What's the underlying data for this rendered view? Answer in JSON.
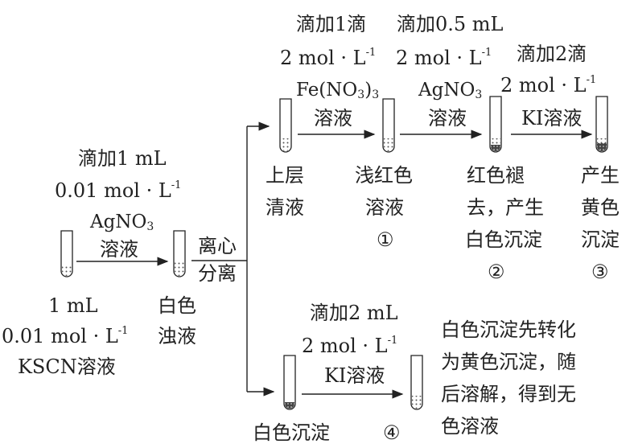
{
  "left": {
    "reagent": {
      "line1": "滴加1 mL",
      "line2": "0.01 mol · L",
      "line2_sup": "-1",
      "line3": "AgNO",
      "line3_sub": "3",
      "line4": "溶液"
    },
    "start_tube": {
      "line1": "1 mL",
      "line2": "0.01 mol · L",
      "line2_sup": "-1",
      "line3": "KSCN溶液"
    },
    "result_tube": {
      "line1": "白色",
      "line2": "浊液"
    },
    "separation": {
      "line1": "离心",
      "line2": "分离"
    }
  },
  "top": {
    "step1": {
      "line1": "滴加1滴",
      "line2": "2 mol · L",
      "line2_sup": "-1",
      "line3a": "Fe(NO",
      "line3_sub": "3",
      "line3b": ")",
      "line3_sub2": "3",
      "line4": "溶液"
    },
    "step2": {
      "line1": "滴加0.5 mL",
      "line2": "2 mol · L",
      "line2_sup": "-1",
      "line3": "AgNO",
      "line3_sub": "3",
      "line4": "溶液"
    },
    "step3": {
      "line1": "滴加2滴",
      "line2": "2 mol · L",
      "line2_sup": "-1",
      "line3": "KI溶液"
    },
    "tube_labels": [
      {
        "lines": [
          "上层",
          "清液"
        ]
      },
      {
        "lines": [
          "浅红色",
          "溶液",
          "①"
        ]
      },
      {
        "lines": [
          "红色褪",
          "去，产生",
          "白色沉淀",
          "②"
        ]
      },
      {
        "lines": [
          "产生",
          "黄色",
          "沉淀",
          "③"
        ]
      }
    ]
  },
  "bottom": {
    "step": {
      "line1": "滴加2 mL",
      "line2": "2 mol · L",
      "line2_sup": "-1",
      "line3": "KI溶液"
    },
    "start_label": "白色沉淀",
    "end_label": "④",
    "observation": [
      "白色沉淀先转化",
      "为黄色沉淀，随",
      "后溶解，得到无",
      "色溶液"
    ]
  }
}
